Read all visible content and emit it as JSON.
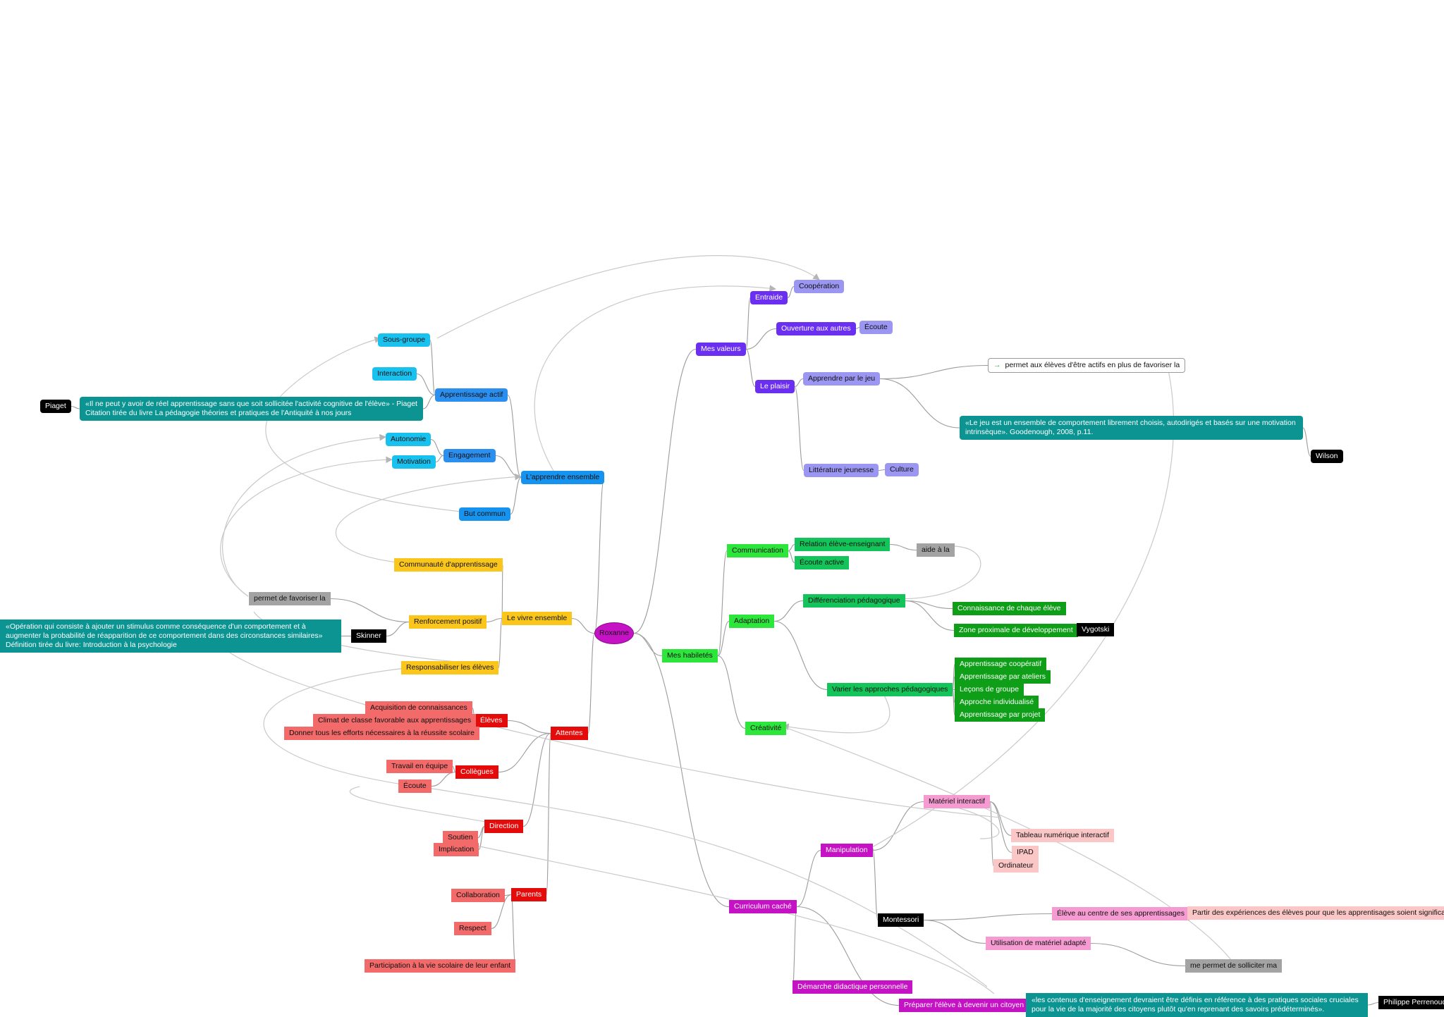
{
  "root": {
    "label": "Roxanne",
    "color": "#c512c5"
  },
  "nodes": [
    {
      "id": "l-apprendre",
      "label": "L'apprendre ensemble",
      "color": "#1593ee"
    },
    {
      "id": "apprentissage-actif",
      "label": "Apprentissage actif",
      "color": "#2b8ff0"
    },
    {
      "id": "sous-groupe",
      "label": "Sous-groupe",
      "color": "#19c1ef"
    },
    {
      "id": "interaction",
      "label": "Interaction",
      "color": "#19c1ef"
    },
    {
      "id": "piaget-quote",
      "label": "«Il ne peut y avoir de réel apprentissage sans que soit sollicitée l'activité cognitive de l'élève» - Piaget Citation tirée du livre La pédagogie théories et pratiques de l'Antiquité à nos jours",
      "color": "#0b9492"
    },
    {
      "id": "piaget",
      "label": "Piaget",
      "color": "#000000"
    },
    {
      "id": "engagement",
      "label": "Engagement",
      "color": "#2b8ff0"
    },
    {
      "id": "autonomie",
      "label": "Autonomie",
      "color": "#19c1ef"
    },
    {
      "id": "motivation",
      "label": "Motivation",
      "color": "#19c1ef"
    },
    {
      "id": "but-commun",
      "label": "But commun",
      "color": "#1593ee"
    },
    {
      "id": "vivre-ensemble",
      "label": "Le vivre ensemble",
      "color": "#fbc61c"
    },
    {
      "id": "communaute",
      "label": "Communauté d'apprentissage",
      "color": "#fbc61c"
    },
    {
      "id": "renforcement",
      "label": "Renforcement positif",
      "color": "#fbc61c"
    },
    {
      "id": "permet-favoriser",
      "label": "permet de favoriser la",
      "color": "#a3a3a3"
    },
    {
      "id": "skinner-quote",
      "label": "«Opération qui consiste à ajouter un stimulus comme conséquence d'un comportement et à augmenter la probabilité de réapparition de ce comportement dans des circonstances similaires» Définition tirée du livre: Introduction à la psychologie",
      "color": "#0b9492"
    },
    {
      "id": "skinner",
      "label": "Skinner",
      "color": "#000000"
    },
    {
      "id": "responsabiliser",
      "label": "Responsabiliser les élèves",
      "color": "#fbc61c"
    },
    {
      "id": "mes-valeurs",
      "label": "Mes valeurs",
      "color": "#6a2ff0"
    },
    {
      "id": "entraide",
      "label": "Entraide",
      "color": "#6a2ff0"
    },
    {
      "id": "cooperation",
      "label": "Coopération",
      "color": "#9b96f2"
    },
    {
      "id": "ouverture",
      "label": "Ouverture aux autres",
      "color": "#6a2ff0"
    },
    {
      "id": "ecoute-1",
      "label": "Écoute",
      "color": "#9b96f2"
    },
    {
      "id": "plaisir",
      "label": "Le plaisir",
      "color": "#6a2ff0"
    },
    {
      "id": "apprendre-jeu",
      "label": "Apprendre par le jeu",
      "color": "#9b96f2"
    },
    {
      "id": "permet-actifs",
      "label": "permet aux élèves d'être actifs en plus de favoriser la",
      "color": "#ffffff"
    },
    {
      "id": "jeu-quote",
      "label": "«Le jeu est un ensemble de comportement librement choisis, autodirigés et basés sur une motivation intrinsèque». Goodenough, 2008, p.11.",
      "color": "#0b9492"
    },
    {
      "id": "wilson",
      "label": "Wilson",
      "color": "#000000"
    },
    {
      "id": "litterature",
      "label": "Littérature jeunesse",
      "color": "#9b96f2"
    },
    {
      "id": "culture",
      "label": "Culture",
      "color": "#9b96f2"
    },
    {
      "id": "mes-habiletes",
      "label": "Mes habiletés",
      "color": "#2de63b"
    },
    {
      "id": "communication",
      "label": "Communication",
      "color": "#2de63b"
    },
    {
      "id": "relation",
      "label": "Relation élève-enseignant",
      "color": "#12c45a"
    },
    {
      "id": "ecoute-active",
      "label": "Écoute active",
      "color": "#12c45a"
    },
    {
      "id": "aide-a-la",
      "label": "aide à la",
      "color": "#a3a3a3"
    },
    {
      "id": "adaptation",
      "label": "Adaptation",
      "color": "#2de63b"
    },
    {
      "id": "differenciation",
      "label": "Différenciation pédagogique",
      "color": "#12c45a"
    },
    {
      "id": "connaissance",
      "label": "Connaissance de chaque élève",
      "color": "#0e9e17"
    },
    {
      "id": "zone",
      "label": "Zone proximale de développement",
      "color": "#0e9e17"
    },
    {
      "id": "vygotski",
      "label": "Vygotski",
      "color": "#000000"
    },
    {
      "id": "varier",
      "label": "Varier les approches pédagogiques",
      "color": "#12c45a"
    },
    {
      "id": "coop-app",
      "label": "Apprentissage coopératif",
      "color": "#0e9e17"
    },
    {
      "id": "ateliers",
      "label": "Apprentissage par ateliers",
      "color": "#0e9e17"
    },
    {
      "id": "lecons",
      "label": "Leçons de groupe",
      "color": "#0e9e17"
    },
    {
      "id": "individualise",
      "label": "Approche individualisé",
      "color": "#0e9e17"
    },
    {
      "id": "projet",
      "label": "Apprentissage par projet",
      "color": "#0e9e17"
    },
    {
      "id": "creativite",
      "label": "Créativité",
      "color": "#2de63b"
    },
    {
      "id": "attentes",
      "label": "Attentes",
      "color": "#e60b0b"
    },
    {
      "id": "eleves",
      "label": "Élèves",
      "color": "#e60b0b"
    },
    {
      "id": "acquisition",
      "label": "Acquisition de connaissances",
      "color": "#f26a6a"
    },
    {
      "id": "climat",
      "label": "Climat de classe favorable aux apprentissages",
      "color": "#f26a6a"
    },
    {
      "id": "efforts",
      "label": "Donner tous les efforts nécessaires à la réussite scolaire",
      "color": "#f26a6a"
    },
    {
      "id": "collegues",
      "label": "Collègues",
      "color": "#e60b0b"
    },
    {
      "id": "travail-equipe",
      "label": "Travail en équipe",
      "color": "#f26a6a"
    },
    {
      "id": "ecoute-2",
      "label": "Écoute",
      "color": "#f26a6a"
    },
    {
      "id": "direction",
      "label": "Direction",
      "color": "#e60b0b"
    },
    {
      "id": "soutien",
      "label": "Soutien",
      "color": "#f26a6a"
    },
    {
      "id": "implication",
      "label": "Implication",
      "color": "#f26a6a"
    },
    {
      "id": "parents",
      "label": "Parents",
      "color": "#e60b0b"
    },
    {
      "id": "collaboration",
      "label": "Collaboration",
      "color": "#f26a6a"
    },
    {
      "id": "respect",
      "label": "Respect",
      "color": "#f26a6a"
    },
    {
      "id": "participation",
      "label": "Participation à la vie scolaire de leur enfant",
      "color": "#f26a6a"
    },
    {
      "id": "curriculum",
      "label": "Curriculum caché",
      "color": "#c512c5"
    },
    {
      "id": "manipulation",
      "label": "Manipulation",
      "color": "#c512c5"
    },
    {
      "id": "materiel",
      "label": "Matériel interactif",
      "color": "#f59bd2"
    },
    {
      "id": "tableau",
      "label": "Tableau numérique interactif",
      "color": "#fbc6c6"
    },
    {
      "id": "ipad",
      "label": "IPAD",
      "color": "#fbc6c6"
    },
    {
      "id": "ordinateur",
      "label": "Ordinateur",
      "color": "#fbc6c6"
    },
    {
      "id": "montessori",
      "label": "Montessori",
      "color": "#000000"
    },
    {
      "id": "eleve-centre",
      "label": "Élève au centre de ses apprentissages",
      "color": "#f59bd2"
    },
    {
      "id": "partir",
      "label": "Partir des expériences des élèves pour que les apprentisages soient significatifs",
      "color": "#fbc6c6"
    },
    {
      "id": "utilisation",
      "label": "Utilisation de matériel adapté",
      "color": "#f59bd2"
    },
    {
      "id": "me-permet",
      "label": "me permet de solliciter ma",
      "color": "#a3a3a3"
    },
    {
      "id": "demarche",
      "label": "Démarche didactique personnelle",
      "color": "#c512c5"
    },
    {
      "id": "preparer",
      "label": "Préparer l'élève à devenir un citoyen",
      "color": "#c512c5"
    },
    {
      "id": "perrenoud-quote",
      "label": "«les contenus d'enseignement devraient être définis en référence à des pratiques sociales cruciales pour la vie de la majorité des citoyens plutôt qu'en reprenant des savoirs prédéterminés».",
      "color": "#0b9492"
    },
    {
      "id": "perrenoud",
      "label": "Philippe Perrenoud",
      "color": "#000000"
    }
  ]
}
